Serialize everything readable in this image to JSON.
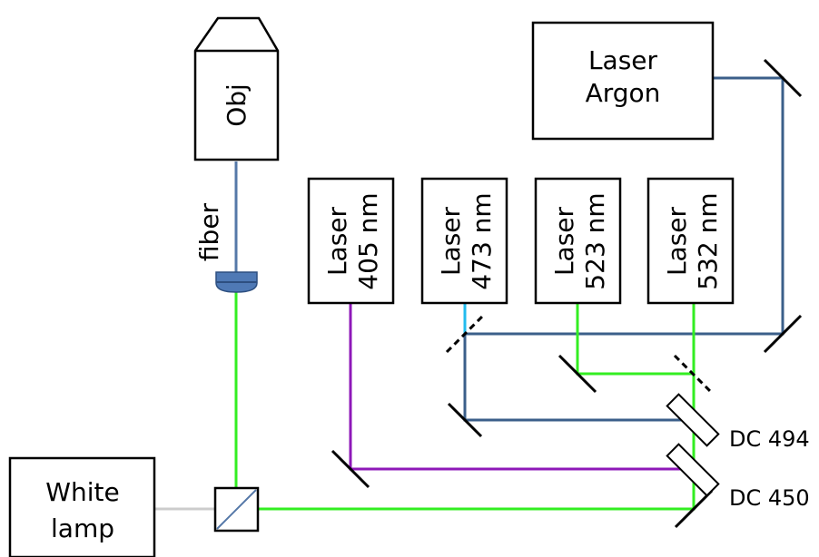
{
  "labels": {
    "laser_argon_line1": "Laser",
    "laser_argon_line2": "Argon",
    "objective": "Obj",
    "fiber": "fiber",
    "laser_405_line1": "Laser",
    "laser_405_line2": "405 nm",
    "laser_473_line1": "Laser",
    "laser_473_line2": "473 nm",
    "laser_523_line1": "Laser",
    "laser_523_line2": "523 nm",
    "laser_532_line1": "Laser",
    "laser_532_line2": "532 nm",
    "white_lamp_line1": "White",
    "white_lamp_line2": "lamp",
    "dc494": "DC 494",
    "dc450": "DC 450"
  },
  "colors": {
    "argon_beam": "#3b5f8a",
    "violet_beam": "#8e18b8",
    "green_beam": "#33ee22",
    "cyan_beam": "#22bbee",
    "fiber_line": "#5578a8",
    "lamp_beam": "#cccccc",
    "lens_fill": "#4f79b5",
    "outline": "#000000"
  }
}
